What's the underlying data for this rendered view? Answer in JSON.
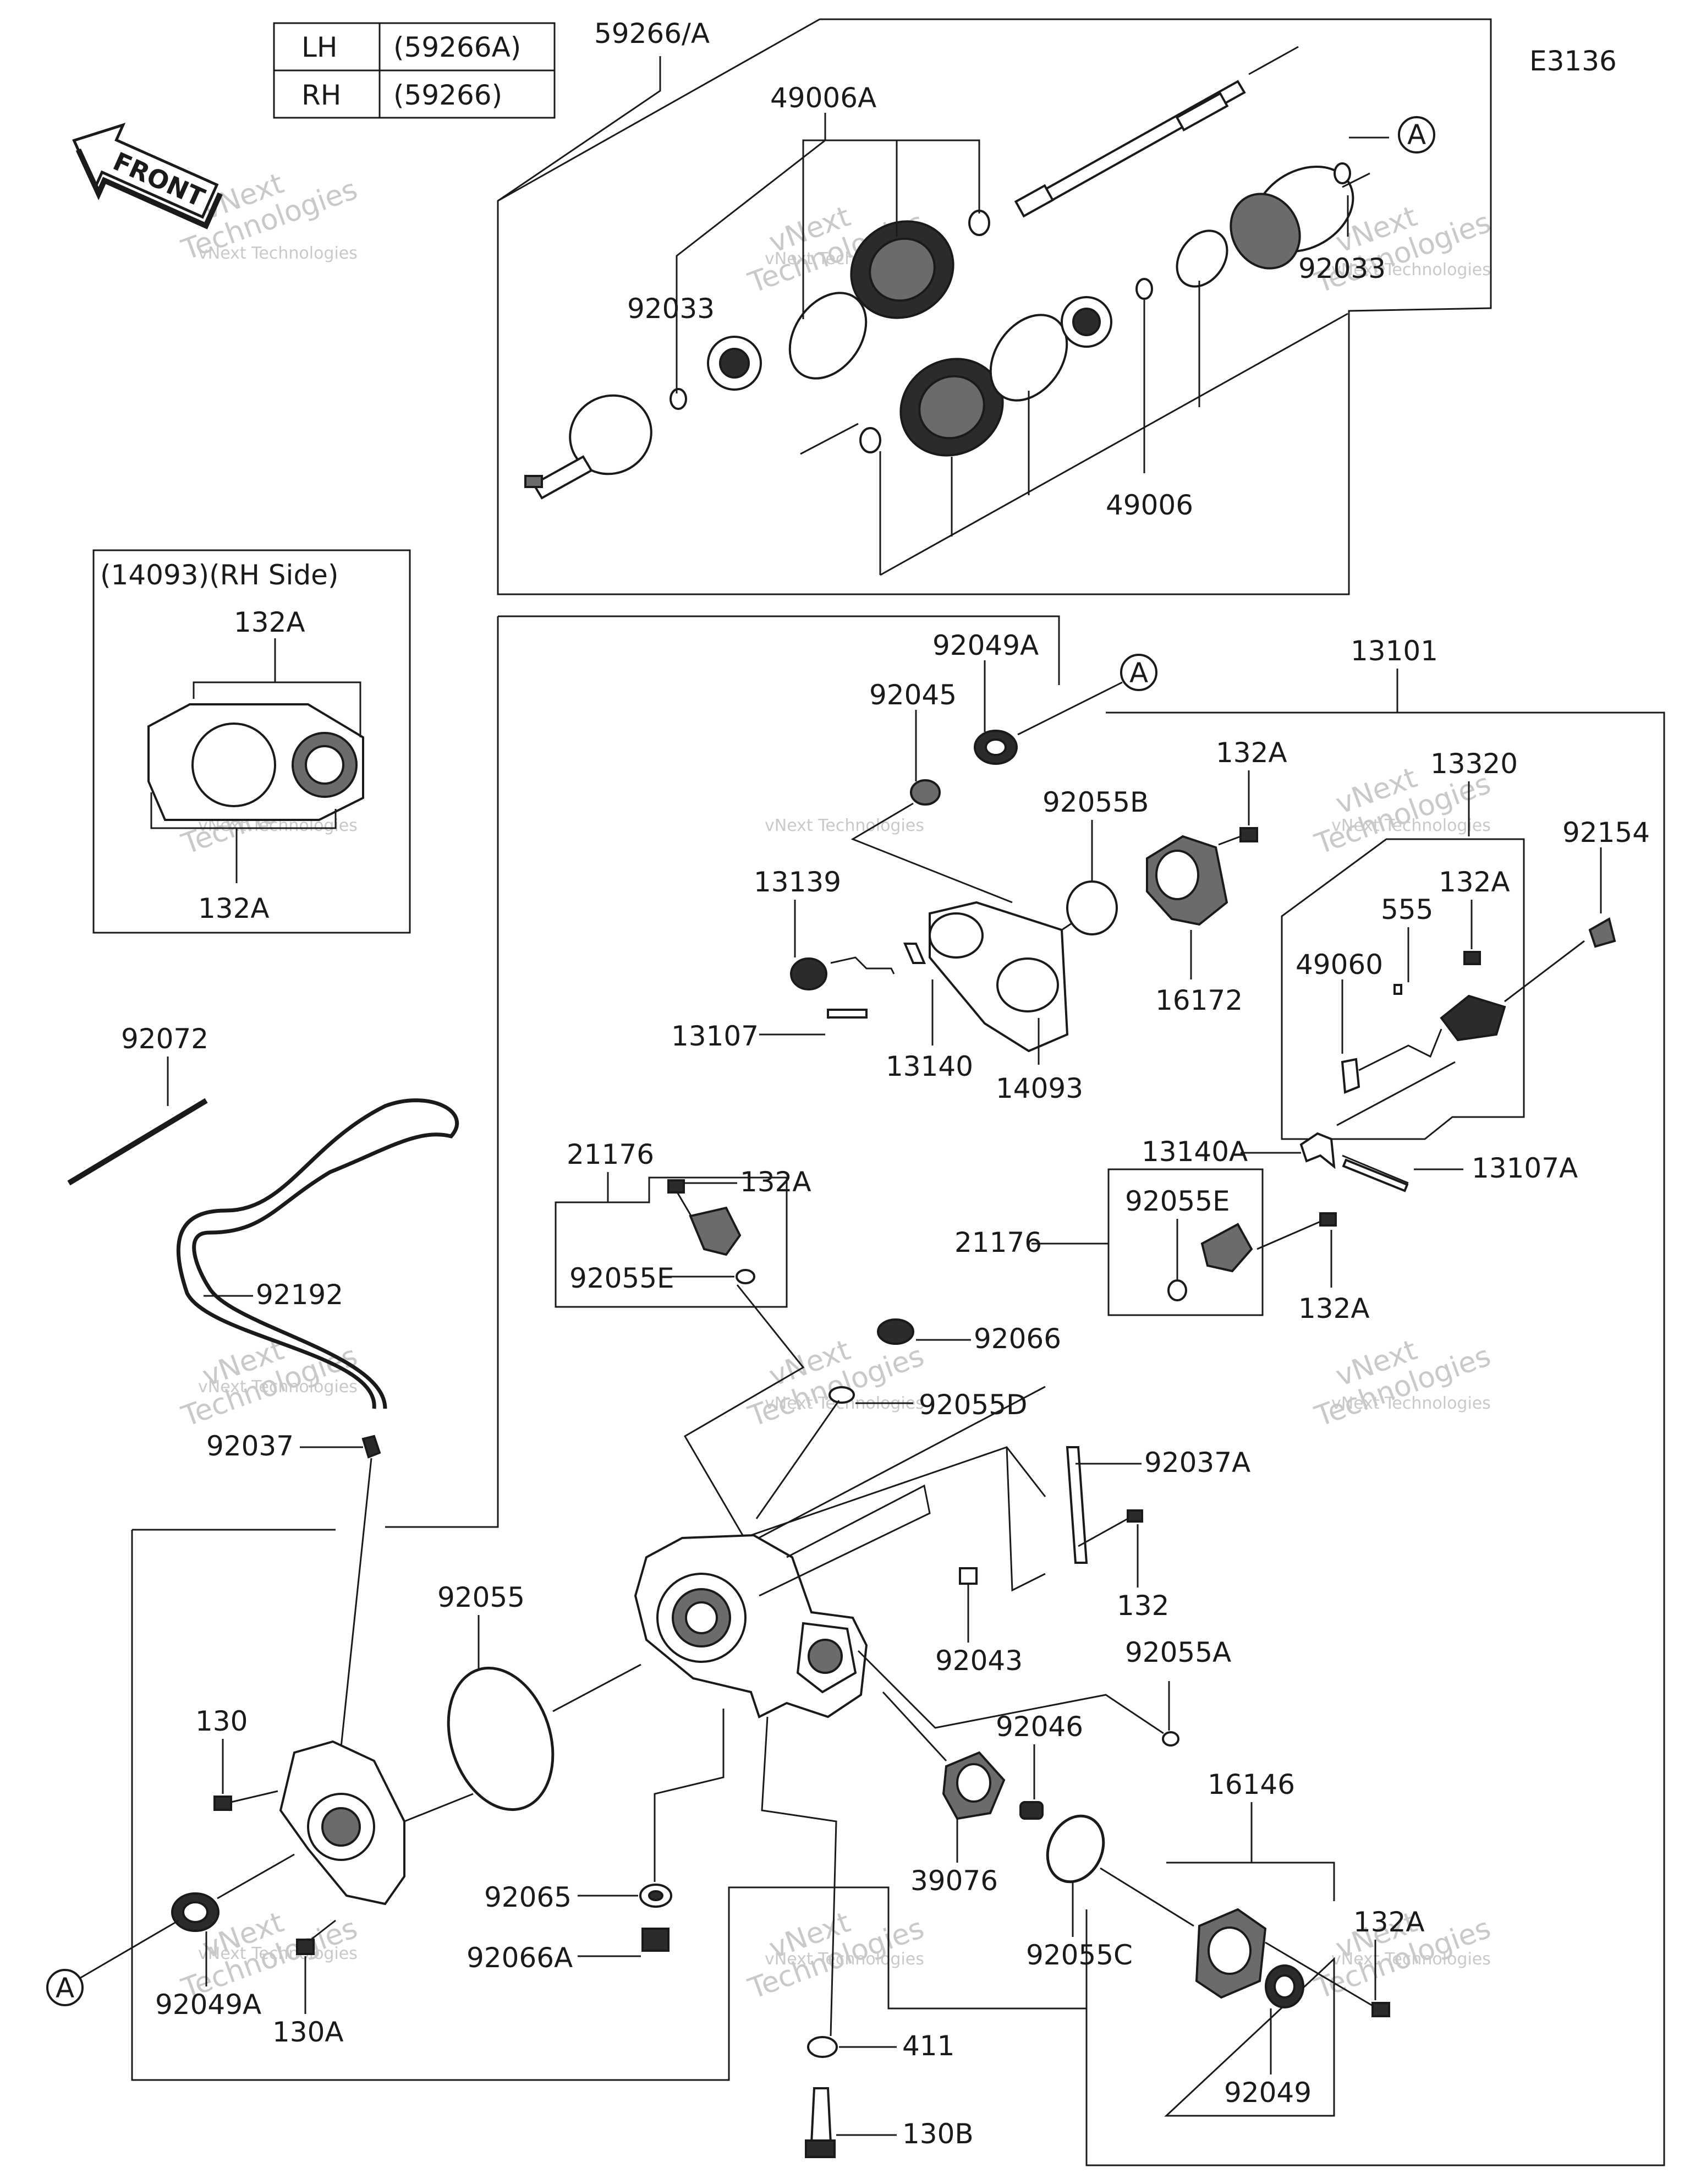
{
  "diagram_code": "E3136",
  "variant_table": {
    "rows": [
      {
        "side": "LH",
        "part": "(59266A)"
      },
      {
        "side": "RH",
        "part": "(59266)"
      }
    ]
  },
  "front_arrow": "FRONT",
  "watermark": {
    "line1": "vNext",
    "line2": "Technologies",
    "line3": "vNext Technologies"
  },
  "inset_title": "(14093)(RH Side)",
  "callout_ref": "A",
  "labels": {
    "p59266A": "59266/A",
    "p49006A": "49006A",
    "p92033a": "92033",
    "p92033b": "92033",
    "p49006": "49006",
    "p132A_inset_top": "132A",
    "p132A_inset_bot": "132A",
    "p13101": "13101",
    "p92049A_top": "92049A",
    "p92045": "92045",
    "p92055B": "92055B",
    "p132A_16172": "132A",
    "p13320": "13320",
    "p92154": "92154",
    "p13139": "13139",
    "p132A_555": "132A",
    "p555": "555",
    "p49060": "49060",
    "p16172": "16172",
    "p13107": "13107",
    "p13140": "13140",
    "p14093": "14093",
    "p92072": "92072",
    "p132A_sensor": "132A",
    "p13140A": "13140A",
    "p13107A": "13107A",
    "p21176_left": "21176",
    "p92055E_right": "92055E",
    "p21176_right": "21176",
    "p92055E_left": "92055E",
    "p132A_right_sensor": "132A",
    "p92192": "92192",
    "p92066": "92066",
    "p92055D": "92055D",
    "p92037": "92037",
    "p92037A": "92037A",
    "p92055": "92055",
    "p132": "132",
    "p92043": "92043",
    "p92055A": "92055A",
    "p130": "130",
    "p92046": "92046",
    "p16146": "16146",
    "p39076": "39076",
    "p92065": "92065",
    "p92066A": "92066A",
    "p92055C": "92055C",
    "p132A_16146": "132A",
    "p92049A_bot": "92049A",
    "p130A": "130A",
    "p92049": "92049",
    "p411": "411",
    "p130B": "130B"
  }
}
